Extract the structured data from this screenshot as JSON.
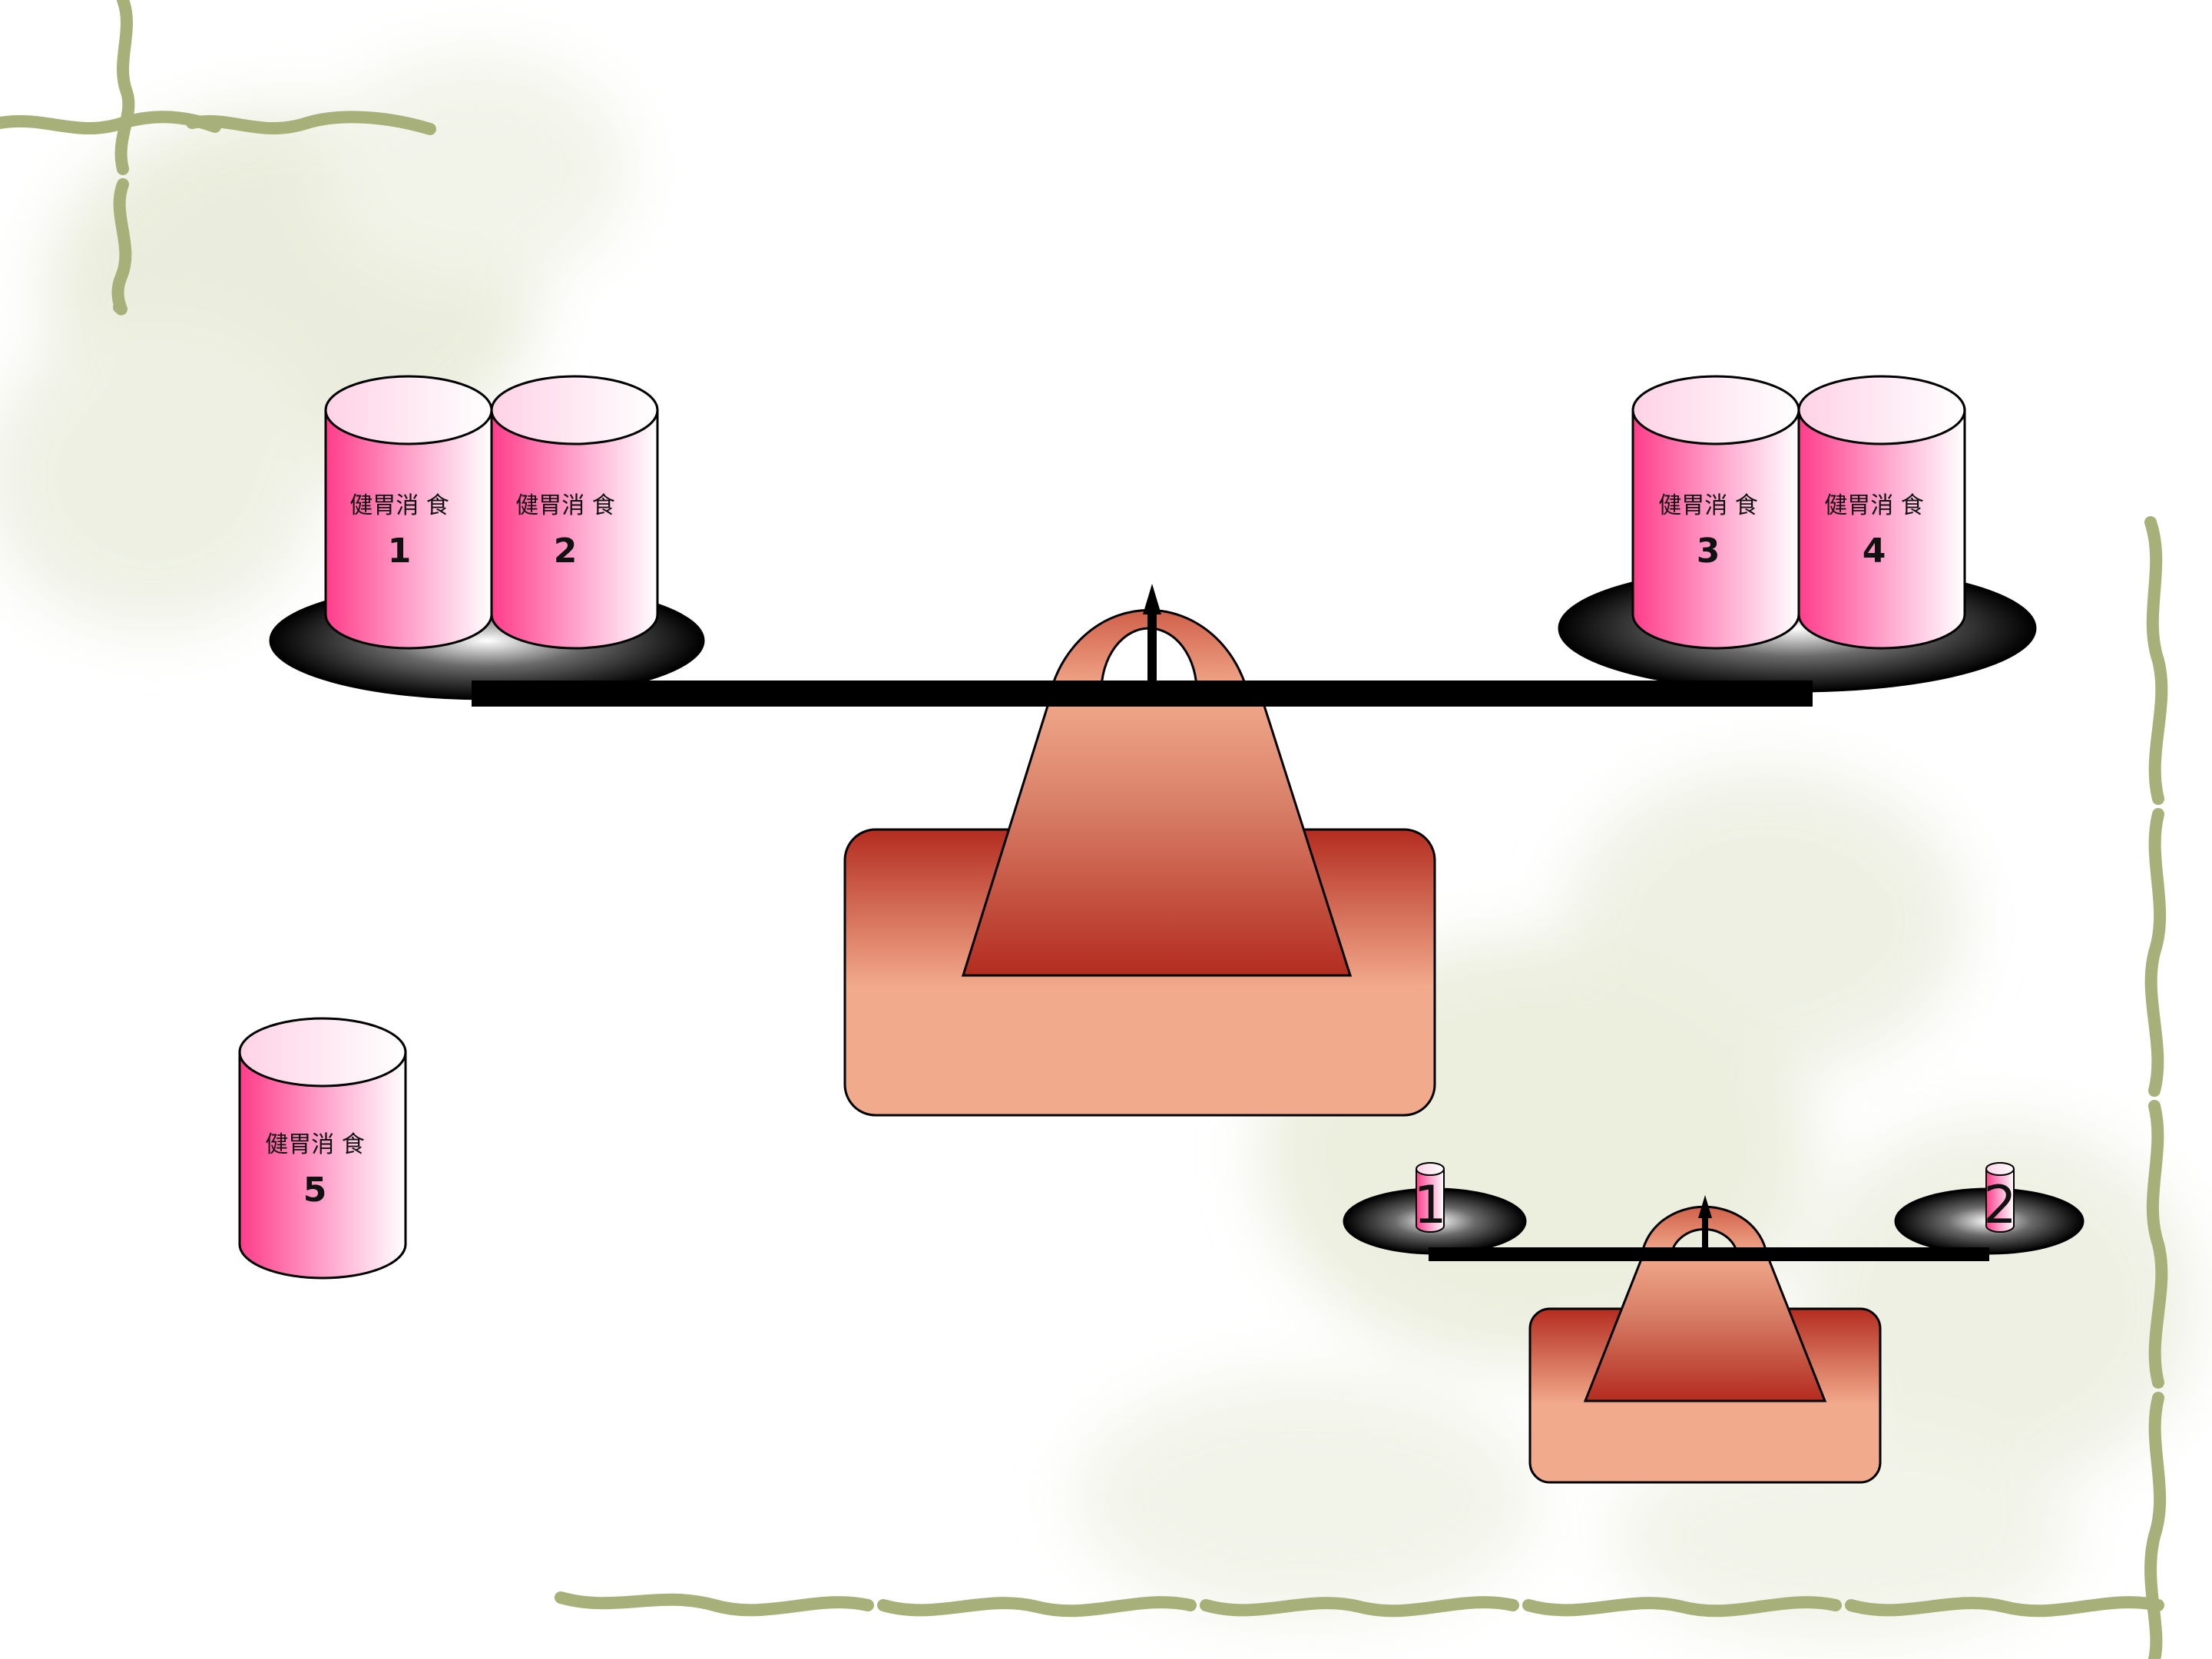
{
  "slide": {
    "background_color": "#ffffff",
    "vine_color": "#a8b07a",
    "foliage_color": "#e7ead8"
  },
  "big_scale": {
    "left_pan": [
      {
        "label": "健胃消 食",
        "number": "1"
      },
      {
        "label": "健胃消 食",
        "number": "2"
      }
    ],
    "right_pan": [
      {
        "label": "健胃消 食",
        "number": "3"
      },
      {
        "label": "健胃消 食",
        "number": "4"
      }
    ],
    "pan_color": "#333333",
    "base_color_light": "#f2aa8c",
    "base_color_dark": "#b32c20"
  },
  "loose_can": {
    "label": "健胃消 食",
    "number": "5"
  },
  "small_scale": {
    "left_weight": "1",
    "right_weight": "2"
  },
  "can_colors": {
    "pink": "#ff3d8a",
    "light": "#ffffff"
  }
}
